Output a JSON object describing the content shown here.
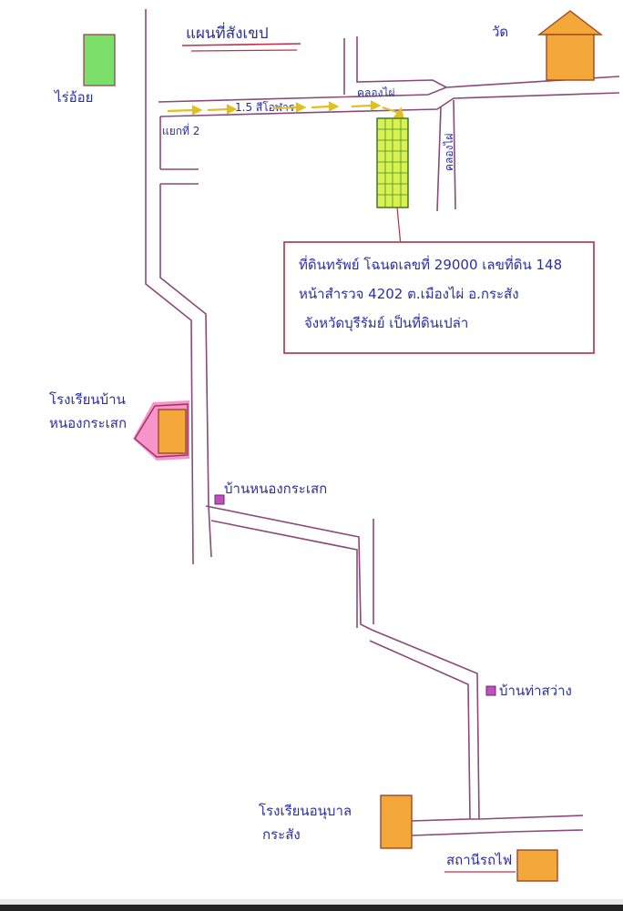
{
  "map": {
    "title": "แผนที่สังเขป",
    "labels": {
      "rai_oi": "ไร่อ้อย",
      "wat": "วัด",
      "khlong_phai": "คลองไผ่",
      "road_name": "1.5 สีโอฬาร",
      "yaek_2": "แยกที่ 2",
      "khlong_side": "คลองไผ่",
      "school_left_line1": "โรงเรียนบ้าน",
      "school_left_line2": "หนองกระเสก",
      "village_nong": "บ้านหนองกระเสก",
      "village_tha": "บ้านท่าสว่าง",
      "kindergarten_line1": "โรงเรียนอนุบาล",
      "kindergarten_line2": "กระสัง",
      "station": "สถานีรถไฟ"
    },
    "note": {
      "line1": "ที่ดินทรัพย์ โฉนดเลขที่ 29000 เลขที่ดิน 148",
      "line2": "หน้าสำรวจ 4202 ต.เมืองไผ่ อ.กระสัง",
      "line3": "จังหวัดบุรีรัมย์ เป็นที่ดินเปล่า"
    },
    "colors": {
      "ink": "#2a2fa0",
      "road": "#8a4a7a",
      "note_border": "#b03040",
      "plot_fill": "#d8f250",
      "field_fill": "#7be06a",
      "building_fill": "#f4a83a",
      "school_halo": "#f060b0",
      "village_marker": "#c050c0",
      "arrow": "#e0c020"
    }
  }
}
